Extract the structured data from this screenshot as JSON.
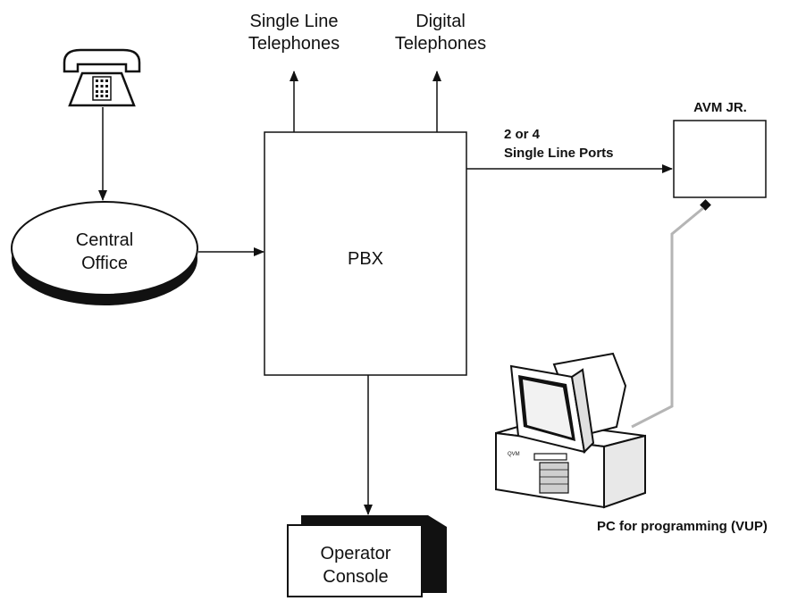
{
  "diagram": {
    "pbx_label": "PBX",
    "central_office_label": [
      "Central",
      "Office"
    ],
    "single_line_label": [
      "Single Line",
      "Telephones"
    ],
    "digital_label": [
      "Digital",
      "Telephones"
    ],
    "ports_label": [
      "2 or 4",
      "Single Line Ports"
    ],
    "avm_label": "AVM JR.",
    "pc_label": "PC for programming (VUP)",
    "operator_label": [
      "Operator",
      "Console"
    ],
    "pc_badge": "QVM"
  }
}
